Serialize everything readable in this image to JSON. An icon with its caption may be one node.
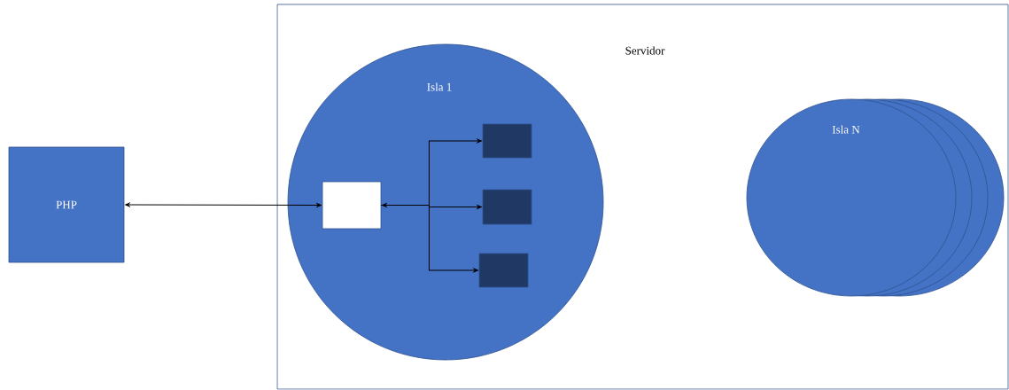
{
  "diagram": {
    "nodes": [
      {
        "text": [
          "Servidor"
        ]
      },
      {
        "text": [
          "PHP"
        ]
      },
      {
        "text": [
          "Isla 1"
        ],
        "in": 0
      },
      {
        "text": [],
        "shape": "box",
        "in": 2
      },
      {
        "text": [],
        "shape": "box",
        "in": 2
      },
      {
        "text": [],
        "shape": "box",
        "in": 2
      },
      {
        "text": [],
        "shape": "box",
        "in": 2
      },
      {
        "text": [
          "Isla N"
        ],
        "in": 0
      }
    ],
    "edges": [
      {
        "from": 1,
        "to": 3,
        "arrow": "both"
      },
      {
        "from": 3,
        "to": 4,
        "arrow": "to"
      },
      {
        "from": 3,
        "to": 5,
        "arrow": "both"
      },
      {
        "from": 3,
        "to": 6,
        "arrow": "to"
      }
    ]
  }
}
